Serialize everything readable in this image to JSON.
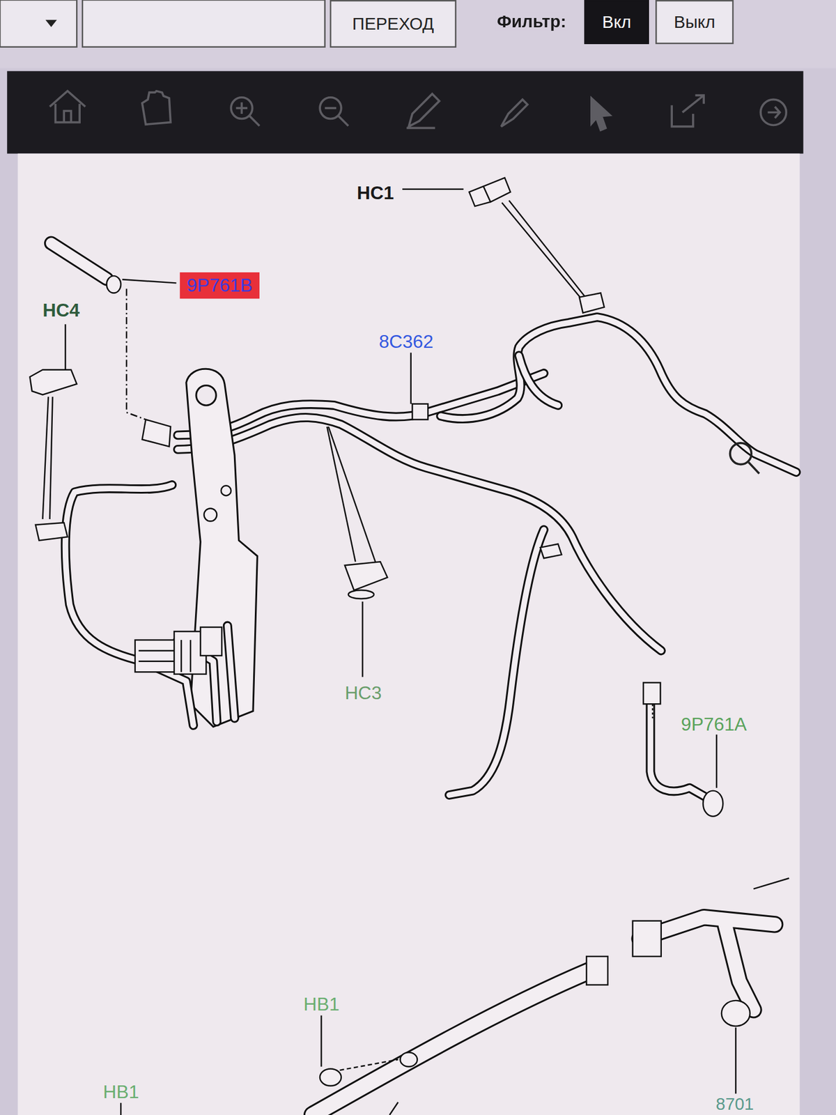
{
  "diagram": {
    "nodes": [
      {
        "text": [
          "ПЕРЕХОД"
        ]
      },
      {
        "text": [
          "Вкл"
        ]
      },
      {
        "text": [
          "Выкл"
        ]
      },
      {
        "text": [
          "9P761B"
        ]
      }
    ],
    "labels": [
      "Фильтр:",
      "HC1",
      "HC4",
      "8C362",
      "HC3",
      "9P761A",
      "HB1",
      "HB1",
      "8701"
    ]
  }
}
